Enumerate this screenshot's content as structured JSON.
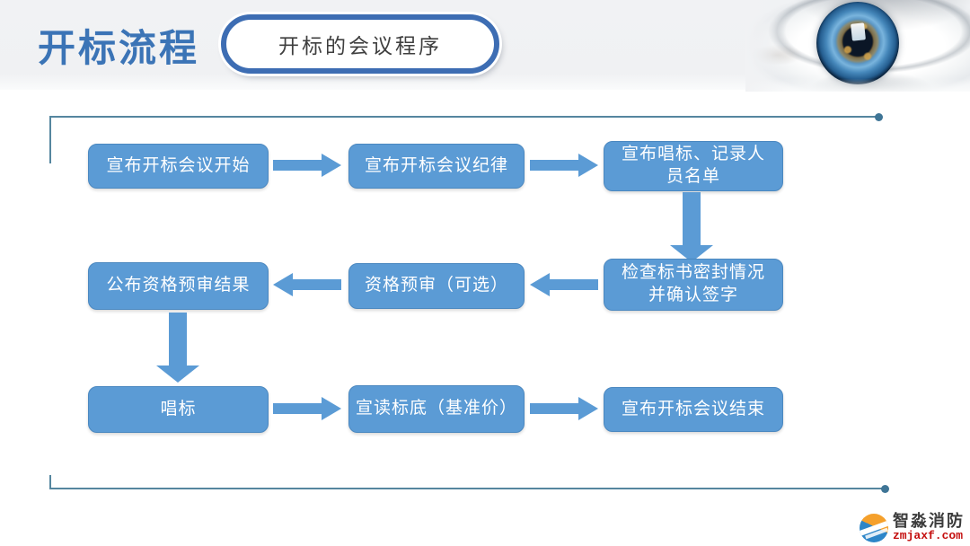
{
  "header": {
    "title": "开标流程",
    "subtitle": "开标的会议程序"
  },
  "flowchart": {
    "nodes": [
      {
        "label": "宣布开标会议开始"
      },
      {
        "label": "宣布开标会议纪律"
      },
      {
        "label": "宣布唱标、记录人\n员名单"
      },
      {
        "label": "公布资格预审结果"
      },
      {
        "label": "资格预审（可选）"
      },
      {
        "label": "检查标书密封情况\n并确认签字"
      },
      {
        "label": "唱标"
      },
      {
        "label": "宣读标底（基准价）"
      },
      {
        "label": "宣布开标会议结束"
      }
    ],
    "edges": [
      {
        "from": "宣布开标会议开始",
        "to": "宣布开标会议纪律",
        "direction": "right"
      },
      {
        "from": "宣布开标会议纪律",
        "to": "宣布唱标、记录人员名单",
        "direction": "right"
      },
      {
        "from": "宣布唱标、记录人员名单",
        "to": "检查标书密封情况并确认签字",
        "direction": "down"
      },
      {
        "from": "检查标书密封情况并确认签字",
        "to": "资格预审（可选）",
        "direction": "left"
      },
      {
        "from": "资格预审（可选）",
        "to": "公布资格预审结果",
        "direction": "left"
      },
      {
        "from": "公布资格预审结果",
        "to": "唱标",
        "direction": "down"
      },
      {
        "from": "唱标",
        "to": "宣读标底（基准价）",
        "direction": "right"
      },
      {
        "from": "宣读标底（基准价）",
        "to": "宣布开标会议结束",
        "direction": "right"
      }
    ]
  },
  "footer": {
    "brand": "智淼消防",
    "website": "zmjaxf.com"
  },
  "colors": {
    "node_fill": "#5b9bd5",
    "node_text": "#ffffff",
    "title_blue": "#3b74b6",
    "capsule_border": "#3d6db3",
    "bracket_line": "#55869f",
    "end_dot": "#3f7596",
    "band_gray": "#f0f1f3",
    "website_red": "#c40f0f"
  }
}
